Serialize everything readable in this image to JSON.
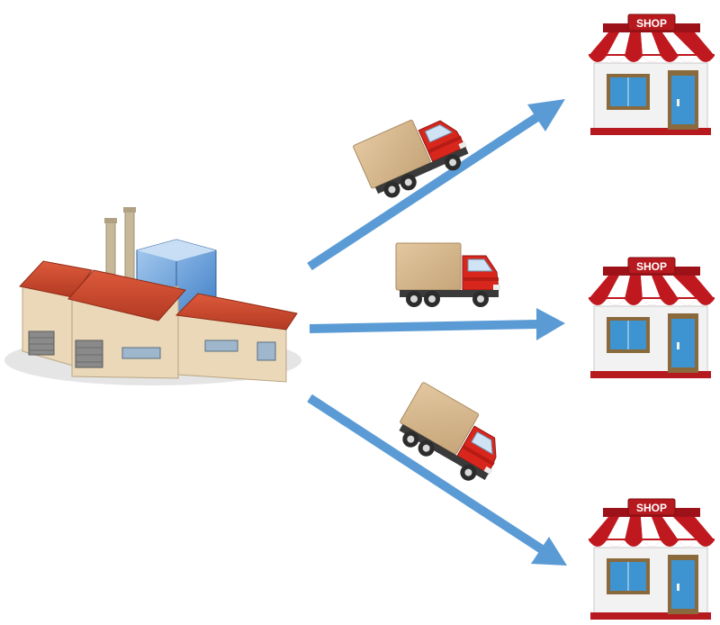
{
  "factory": {
    "icon": "factory-icon"
  },
  "shops": [
    {
      "sign": "SHOP",
      "icon": "shop-icon"
    },
    {
      "sign": "SHOP",
      "icon": "shop-icon"
    },
    {
      "sign": "SHOP",
      "icon": "shop-icon"
    }
  ],
  "trucks": [
    {
      "icon": "delivery-truck-icon"
    },
    {
      "icon": "delivery-truck-icon"
    },
    {
      "icon": "delivery-truck-icon"
    }
  ],
  "colors": {
    "arrow": "#5b9bd5",
    "roof": "#c9462c",
    "wall": "#ead8b8",
    "glass": "#6fa8dc",
    "truck_cab": "#d9261c",
    "cargo_box": "#d4b48a",
    "awning_red": "#c0181f",
    "shop_wall": "#f2f2f2"
  }
}
